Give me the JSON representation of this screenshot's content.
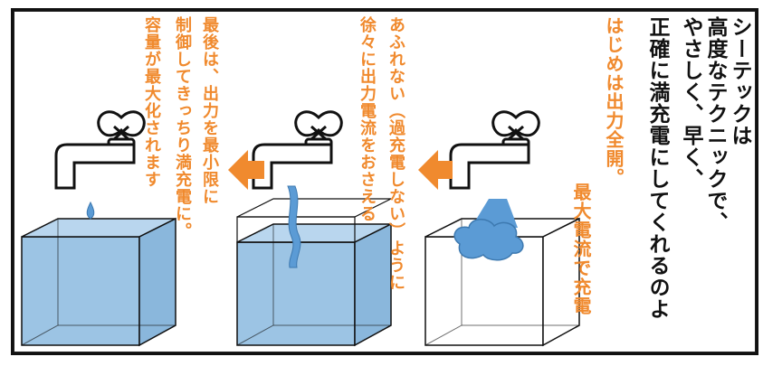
{
  "narration": {
    "line1": "シーテックは",
    "line2": "高度なテクニックで、",
    "line3": "やさしく、早く、",
    "line4": "正確に満充電にしてくれるのよ"
  },
  "step1": {
    "line1": "はじめは出力全開。",
    "line2": "最大電流で充電"
  },
  "step2": {
    "line1": "あふれない（過充電しない）ように",
    "line2": "徐々に出力電流をおさえる"
  },
  "step3": {
    "line1": "最後は、出力を最小限に",
    "line2": "制御してきっちり満充電に。",
    "line3": "容量が最大化されます"
  },
  "colors": {
    "orange_text": "#f08a2e",
    "arrow": "#f08a2e",
    "water": "#5b9bd5",
    "tank_fill": "#9cc4e4"
  },
  "icons": [
    "faucet-icon",
    "arrow-left-icon",
    "water-tank-icon"
  ]
}
